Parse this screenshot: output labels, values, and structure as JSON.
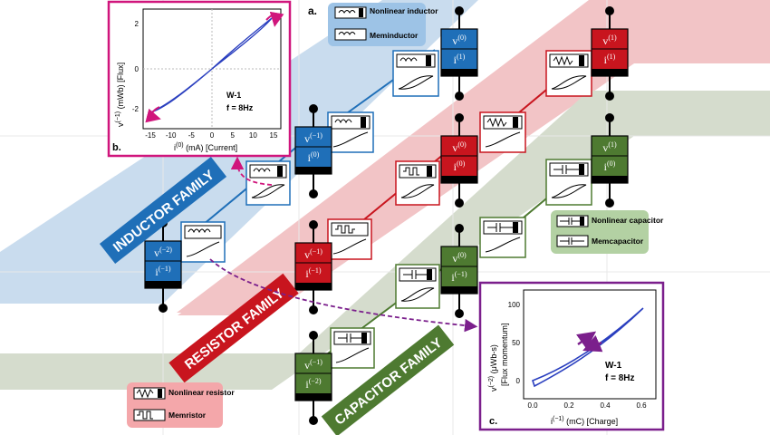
{
  "colors": {
    "inductor": "#1f6fb8",
    "inductor_band": "#c9dcee",
    "resistor": "#c8151e",
    "resistor_band": "#f2c4c6",
    "capacitor": "#4e7a31",
    "capacitor_band": "#d5dccd",
    "magenta": "#d0157c",
    "purple": "#7b1f8c"
  },
  "labels": {
    "panel_a": "a.",
    "panel_b": "b.",
    "panel_c": "c.",
    "inductor_family": "INDUCTOR FAMILY",
    "resistor_family": "RESISTOR FAMILY",
    "capacitor_family": "CAPACITOR FAMILY"
  },
  "legends": {
    "inductor": {
      "nonlinear": "Nonlinear inductor",
      "mem": "Meminductor"
    },
    "capacitor": {
      "nonlinear": "Nonlinear capacitor",
      "mem": "Memcapacitor"
    },
    "resistor": {
      "nonlinear": "Nonlinear resistor",
      "mem": "Memristor"
    }
  },
  "nodes": {
    "blue_top": {
      "v": "v",
      "v_sup": "(0)",
      "i": "i",
      "i_sup": "(1)"
    },
    "blue_mid": {
      "v": "v",
      "v_sup": "(−1)",
      "i": "i",
      "i_sup": "(0)"
    },
    "blue_bot": {
      "v": "v",
      "v_sup": "(−2)",
      "i": "i",
      "i_sup": "(−1)"
    },
    "red_top": {
      "v": "v",
      "v_sup": "(1)",
      "i": "i",
      "i_sup": "(1)"
    },
    "red_mid": {
      "v": "v",
      "v_sup": "(0)",
      "i": "i",
      "i_sup": "(0)"
    },
    "red_bot": {
      "v": "v",
      "v_sup": "(−1)",
      "i": "i",
      "i_sup": "(−1)"
    },
    "green_top": {
      "v": "v",
      "v_sup": "(1)",
      "i": "i",
      "i_sup": "(0)"
    },
    "green_mid": {
      "v": "v",
      "v_sup": "(0)",
      "i": "i",
      "i_sup": "(−1)"
    },
    "green_bot": {
      "v": "v",
      "v_sup": "(−1)",
      "i": "i",
      "i_sup": "(−2)"
    }
  },
  "plot_b": {
    "ylabel_main": "v",
    "ylabel_sup": "(−1)",
    "ylabel_rest": " (mWb) [Flux]",
    "xlabel_main": "i",
    "xlabel_sup": "(0)",
    "xlabel_rest": " (mA) [Current]",
    "xticks": [
      "-15",
      "-10",
      "-5",
      "0",
      "5",
      "10",
      "15"
    ],
    "yticks": [
      "2",
      "0",
      "-2"
    ],
    "ann1": "W-1",
    "ann2": "f = 8Hz"
  },
  "plot_c": {
    "ylabel_main": "v",
    "ylabel_sup": "(−2)",
    "ylabel_rest": " (μWb-s)",
    "ylabel2": "[Flux momentum]",
    "xlabel_main": "i",
    "xlabel_sup": "(−1)",
    "xlabel_rest": " (mC) [Charge]",
    "xticks": [
      "0.0",
      "0.2",
      "0.4",
      "0.6"
    ],
    "yticks": [
      "100",
      "50",
      "0"
    ],
    "ann1": "W-1",
    "ann2": "f = 8Hz"
  }
}
